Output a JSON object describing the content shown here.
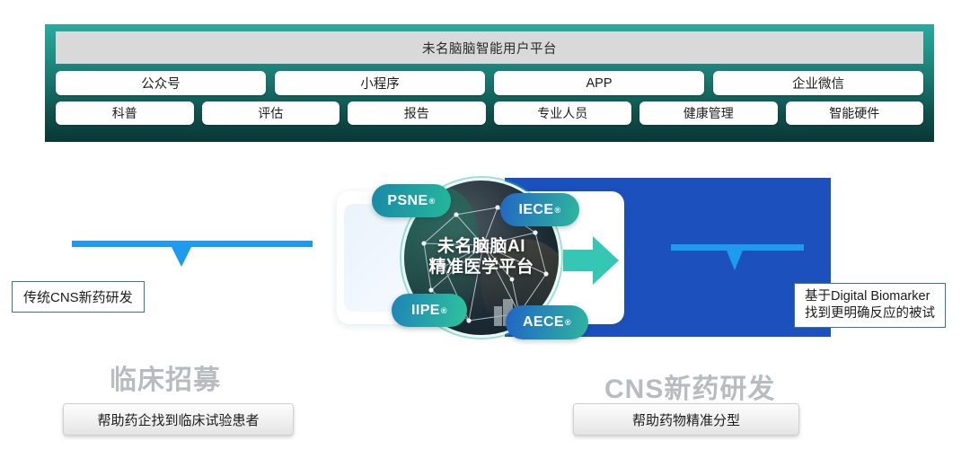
{
  "banner": {
    "title": "未名脑脑智能用户平台",
    "channels": [
      "公众号",
      "小程序",
      "APP",
      "企业微信"
    ],
    "services": [
      "科普",
      "评估",
      "报告",
      "专业人员",
      "健康管理",
      "智能硬件"
    ],
    "colors": {
      "gradient_top": "#2bab9f",
      "gradient_bottom": "#0a3735",
      "title_bar": "#d9d9d9"
    }
  },
  "diagram": {
    "left": {
      "callout": "传统CNS新药研发",
      "heading": "临床招募",
      "cta": "帮助药企找到临床试验患者",
      "people": [
        {
          "state": "inactive"
        },
        {
          "state": "inactive"
        },
        {
          "state": "active"
        },
        {
          "state": "active"
        },
        {
          "state": "inactive"
        },
        {
          "state": "inactive"
        },
        {
          "state": "active"
        },
        {
          "state": "inactive"
        },
        {
          "state": "inactive"
        }
      ],
      "highlight_person": {
        "state": "selected"
      },
      "colors": {
        "inactive": "#d7dadc",
        "active": "#2e9e8a",
        "selected": "#8cc5b4",
        "bar": "#1e9bee",
        "callout_border": "#3e7a72"
      }
    },
    "center": {
      "platform_name_line1": "未名脑脑AI",
      "platform_name_line2": "精准医学平台",
      "badges": [
        {
          "id": "psne",
          "label": "PSNE",
          "mark": "®"
        },
        {
          "id": "iece",
          "label": "IECE",
          "mark": "®"
        },
        {
          "id": "iipe",
          "label": "IIPE",
          "mark": "®"
        },
        {
          "id": "aece",
          "label": "AECE",
          "mark": "®"
        }
      ],
      "arrow_icon": "right-arrow-icon",
      "arrow_color": "#36c6b4"
    },
    "right": {
      "callout_line1": "基于Digital Biomarker",
      "callout_line2": "找到更明确反应的被试",
      "heading": "CNS新药研发",
      "cta": "帮助药物精准分型",
      "people": [
        {
          "state": "responder"
        },
        {
          "state": "non-responder"
        },
        {
          "state": "responder"
        },
        {
          "state": "responder"
        }
      ],
      "highlight_person": {
        "state": "responder"
      },
      "colors": {
        "panel": "#1c50bd",
        "responder": "#63a77d",
        "non_responder": "#f2f4f5",
        "bar": "#1e9bee"
      }
    }
  }
}
